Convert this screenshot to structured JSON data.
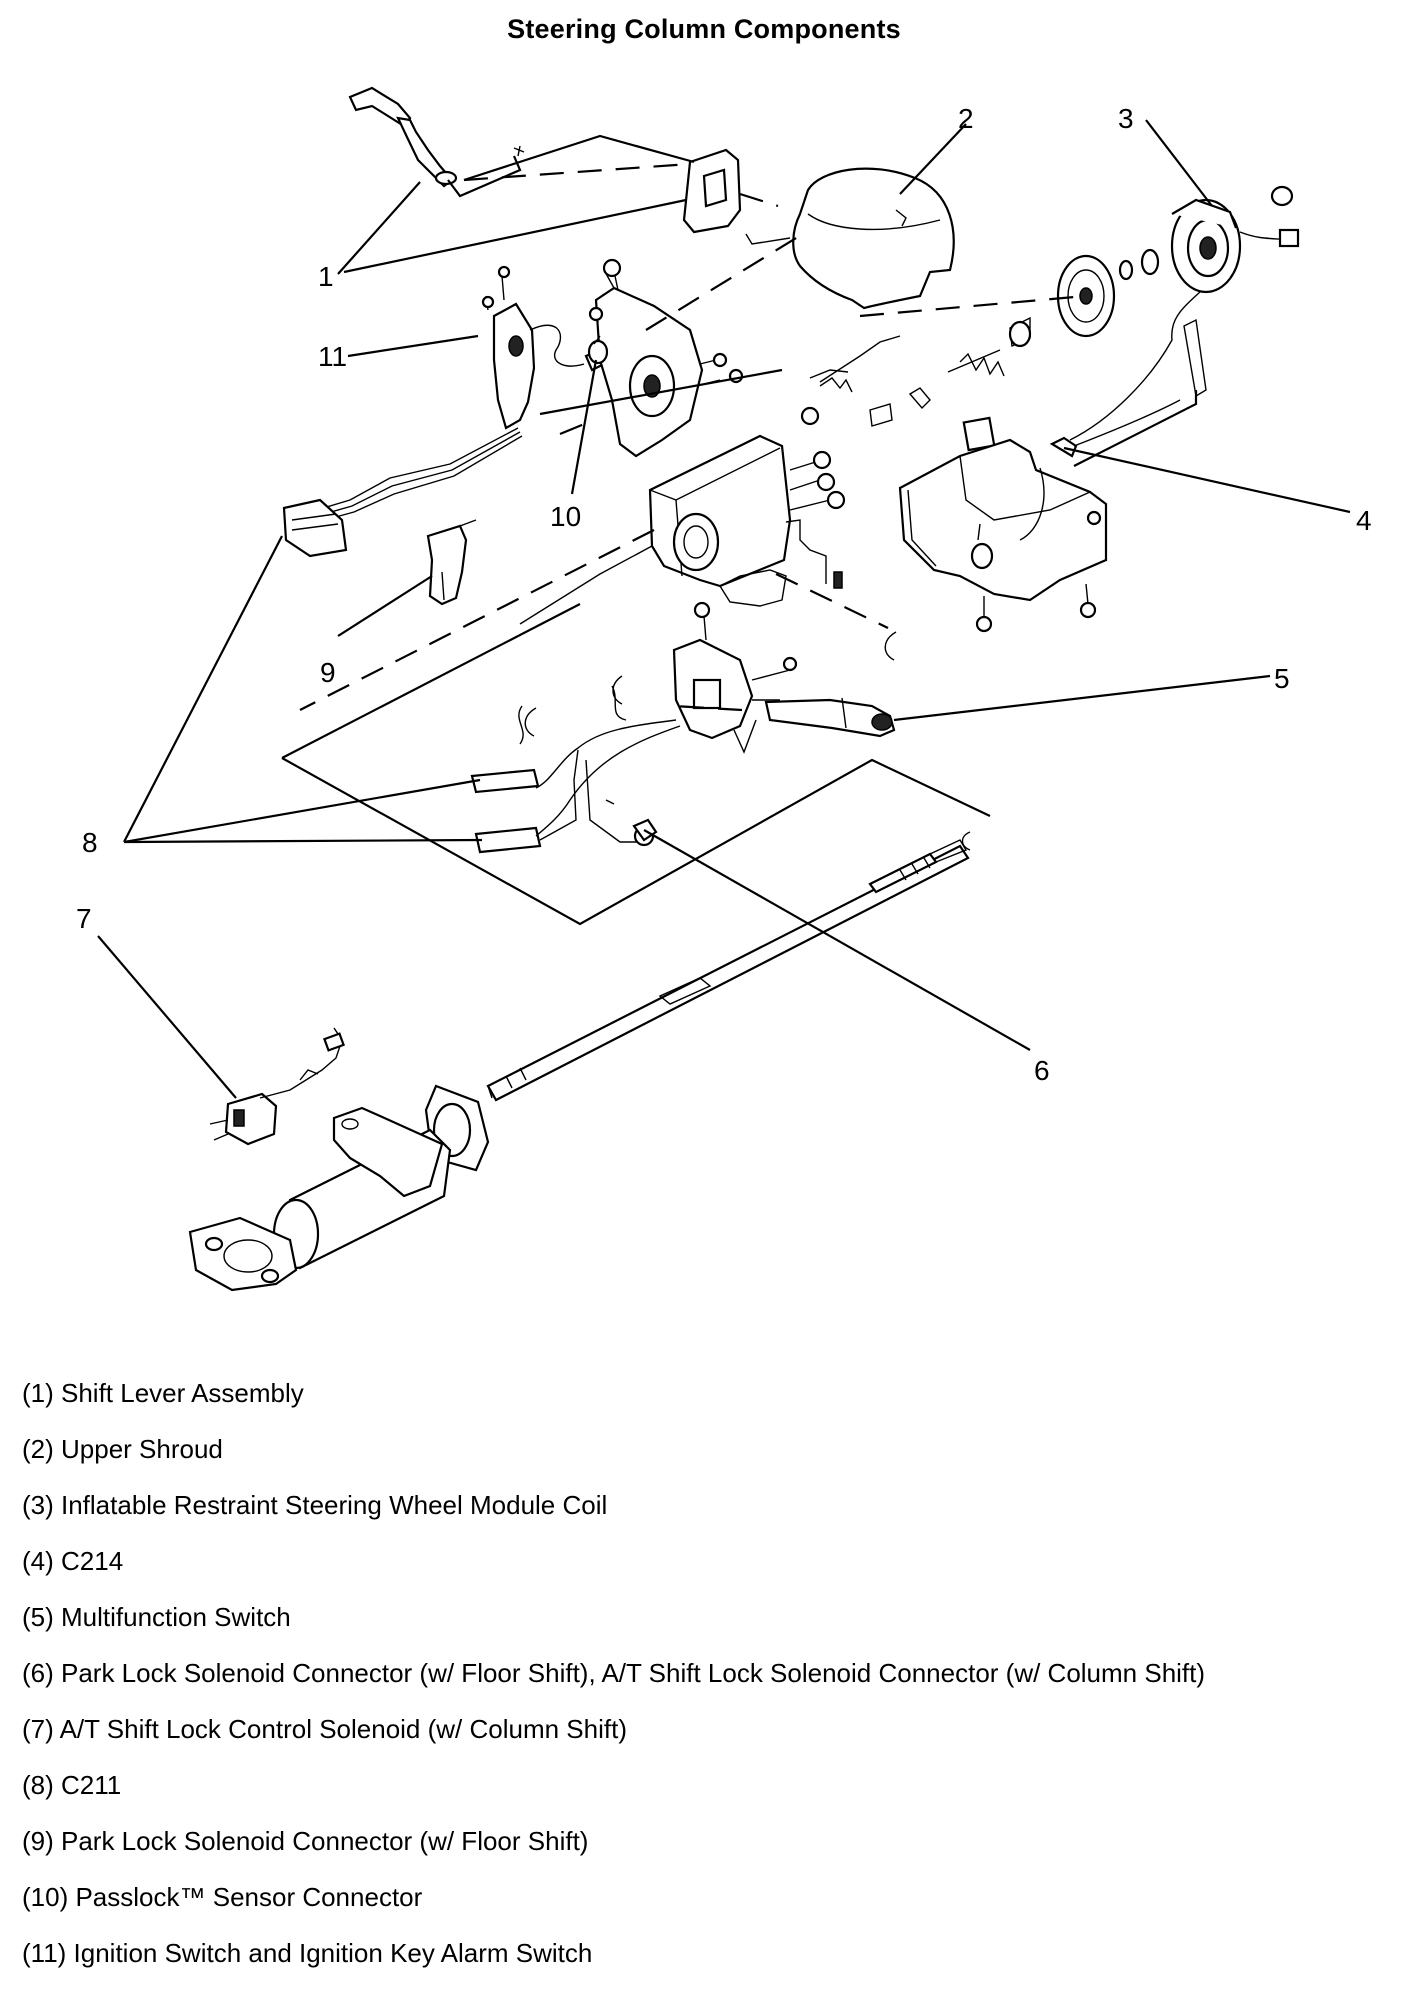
{
  "title": "Steering Column Components",
  "callouts": [
    "1",
    "2",
    "3",
    "4",
    "5",
    "6",
    "7",
    "8",
    "9",
    "10",
    "11"
  ],
  "legend": [
    {
      "number": "1",
      "text": "(1) Shift Lever Assembly"
    },
    {
      "number": "2",
      "text": "(2) Upper Shroud"
    },
    {
      "number": "3",
      "text": "(3) Inflatable Restraint Steering Wheel Module Coil"
    },
    {
      "number": "4",
      "text": "(4) C214"
    },
    {
      "number": "5",
      "text": "(5) Multifunction Switch"
    },
    {
      "number": "6",
      "text": "(6) Park Lock Solenoid Connector (w/ Floor Shift), A/T Shift Lock Solenoid Connector (w/ Column Shift)"
    },
    {
      "number": "7",
      "text": "(7) A/T Shift Lock Control Solenoid (w/ Column Shift)"
    },
    {
      "number": "8",
      "text": "(8) C211"
    },
    {
      "number": "9",
      "text": "(9) Park Lock Solenoid Connector (w/ Floor Shift)"
    },
    {
      "number": "10",
      "text": "(10) Passlock™ Sensor Connector"
    },
    {
      "number": "11",
      "text": "(11) Ignition Switch and Ignition Key Alarm Switch"
    }
  ]
}
